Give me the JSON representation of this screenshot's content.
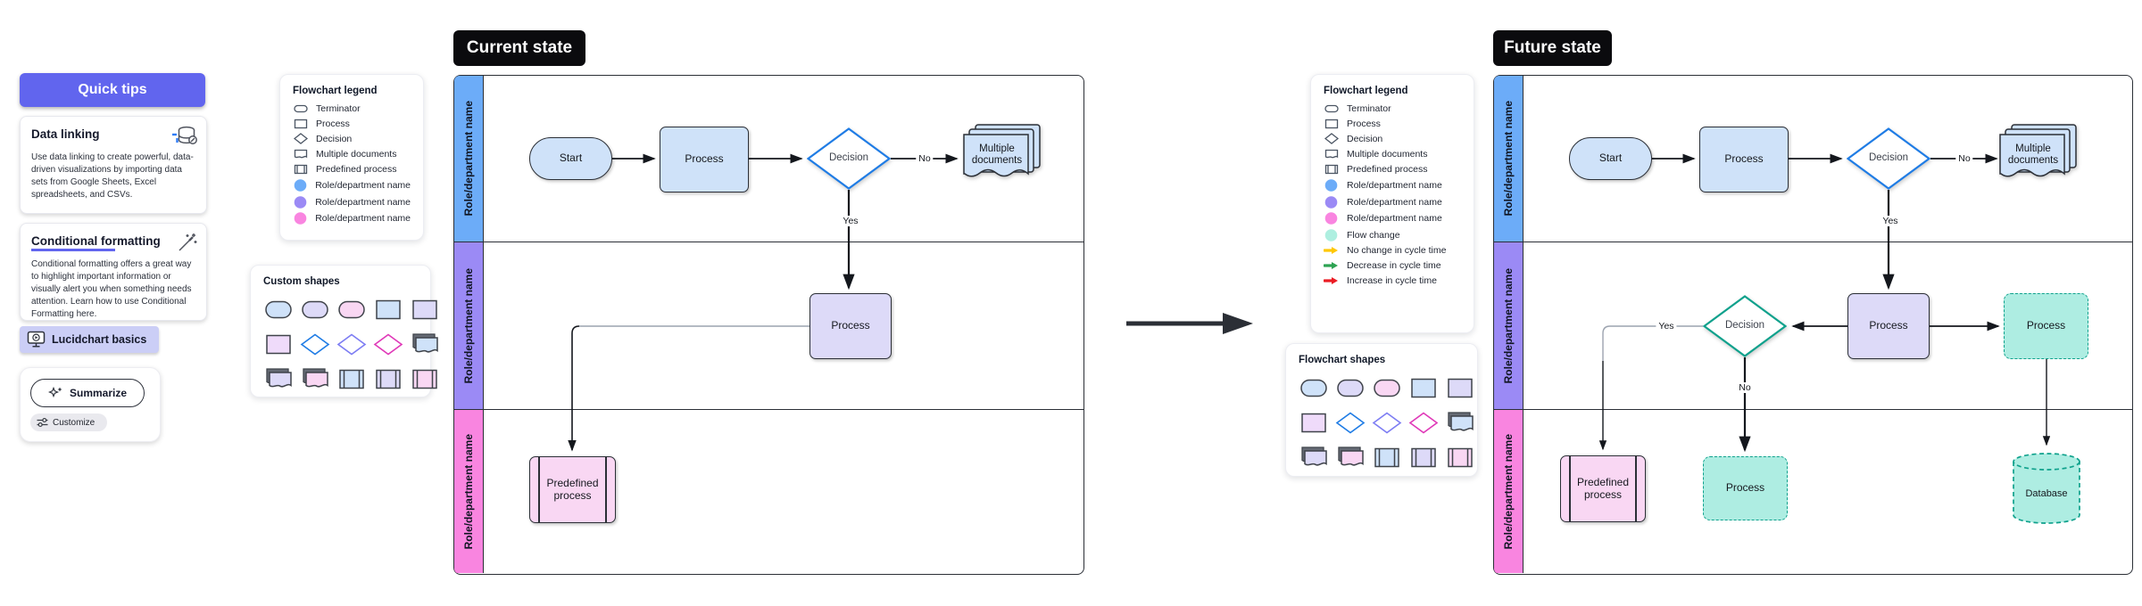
{
  "sidebar": {
    "quick_tips_label": "Quick tips",
    "cards": [
      {
        "title": "Data linking",
        "body": "Use data linking to create powerful, data-driven visualizations by importing data sets from Google Sheets, Excel spreadsheets, and CSVs."
      },
      {
        "title": "Conditional formatting",
        "body": "Conditional formatting offers a great way to highlight important information or visually alert you when something needs attention. Learn how to use Conditional Formatting here."
      }
    ],
    "basics_label": "Lucidchart basics",
    "summarize_label": "Summarize",
    "customize_label": "Customize"
  },
  "legend_left": {
    "title": "Flowchart legend",
    "items": [
      {
        "icon": "terminator",
        "label": "Terminator"
      },
      {
        "icon": "process",
        "label": "Process"
      },
      {
        "icon": "decision",
        "label": "Decision"
      },
      {
        "icon": "multiple-documents",
        "label": "Multiple documents"
      },
      {
        "icon": "predefined-process",
        "label": "Predefined process"
      },
      {
        "icon": "circle",
        "color": "#6CACF8",
        "label": "Role/department name"
      },
      {
        "icon": "circle",
        "color": "#9B8AF5",
        "label": "Role/department name"
      },
      {
        "icon": "circle",
        "color": "#F985E0",
        "label": "Role/department name"
      }
    ]
  },
  "legend_right": {
    "title": "Flowchart legend",
    "items": [
      {
        "icon": "terminator",
        "label": "Terminator"
      },
      {
        "icon": "process",
        "label": "Process"
      },
      {
        "icon": "decision",
        "label": "Decision"
      },
      {
        "icon": "multiple-documents",
        "label": "Multiple documents"
      },
      {
        "icon": "predefined-process",
        "label": "Predefined process"
      },
      {
        "icon": "circle",
        "color": "#6CACF8",
        "label": "Role/department name"
      },
      {
        "icon": "circle",
        "color": "#9B8AF5",
        "label": "Role/department name"
      },
      {
        "icon": "circle",
        "color": "#F985E0",
        "label": "Role/department name"
      },
      {
        "icon": "circle",
        "color": "#AEEFE0",
        "label": "Flow change"
      },
      {
        "icon": "arrow",
        "color": "#FFC805",
        "label": "No change in cycle time"
      },
      {
        "icon": "arrow",
        "color": "#2EA353",
        "label": "Decrease in cycle time"
      },
      {
        "icon": "arrow",
        "color": "#EB1C24",
        "label": "Increase in cycle time"
      }
    ]
  },
  "custom_shapes_panel": {
    "title": "Custom shapes"
  },
  "flowchart_shapes_panel": {
    "title": "Flowchart shapes"
  },
  "shape_grid": [
    {
      "shape": "terminator",
      "fill": "#CFE2F9"
    },
    {
      "shape": "terminator",
      "fill": "#DDDAF8"
    },
    {
      "shape": "terminator",
      "fill": "#F9D7F3"
    },
    {
      "shape": "rect",
      "fill": "#CFE2F9"
    },
    {
      "shape": "rect",
      "fill": "#DDDAF8"
    },
    {
      "shape": "rect",
      "fill": "#EFDBFA"
    },
    {
      "shape": "diamond",
      "stroke": "#1F7CE5"
    },
    {
      "shape": "diamond",
      "stroke": "#7D7DF3"
    },
    {
      "shape": "diamond",
      "stroke": "#E038B8"
    },
    {
      "shape": "document",
      "fill": "#CFE2F9"
    },
    {
      "shape": "document",
      "fill": "#DDDAF8"
    },
    {
      "shape": "document",
      "fill": "#F9D7F3"
    },
    {
      "shape": "predefined",
      "fill": "#CFE2F9"
    },
    {
      "shape": "predefined",
      "fill": "#DDDAF8"
    },
    {
      "shape": "predefined",
      "fill": "#F9D7F3"
    }
  ],
  "current": {
    "title": "Current state",
    "lanes": [
      "Role/department name",
      "Role/department name",
      "Role/department name"
    ],
    "nodes": {
      "start": "Start",
      "process1": "Process",
      "decision": "Decision",
      "multiple_documents": "Multiple documents",
      "process2": "Process",
      "predefined": "Predefined process"
    },
    "labels": {
      "no": "No",
      "yes": "Yes"
    }
  },
  "future": {
    "title": "Future state",
    "lanes": [
      "Role/department name",
      "Role/department name",
      "Role/department name"
    ],
    "nodes": {
      "start": "Start",
      "process1": "Process",
      "decision1": "Decision",
      "multiple_documents": "Multiple documents",
      "decision2": "Decision",
      "process2": "Process",
      "process3": "Process",
      "predefined": "Predefined process",
      "process4": "Process",
      "database": "Database"
    },
    "labels": {
      "no1": "No",
      "yes1": "Yes",
      "yes2": "Yes",
      "no2": "No"
    }
  },
  "colors": {
    "accent_indigo": "#6165EE",
    "lane_blue": "#6CACF8",
    "lane_purple": "#9B8AF5",
    "lane_pink": "#F985E0",
    "fill_blue": "#CFE2F9",
    "fill_lavender": "#DDDAF8",
    "fill_pink": "#F9D7F3",
    "fill_mint": "#AEEDE2",
    "decision_blue": "#1F7CE5",
    "teal": "#0FA18C",
    "arrow_yellow": "#FFC805",
    "arrow_green": "#2EA353",
    "arrow_red": "#EB1C24"
  }
}
